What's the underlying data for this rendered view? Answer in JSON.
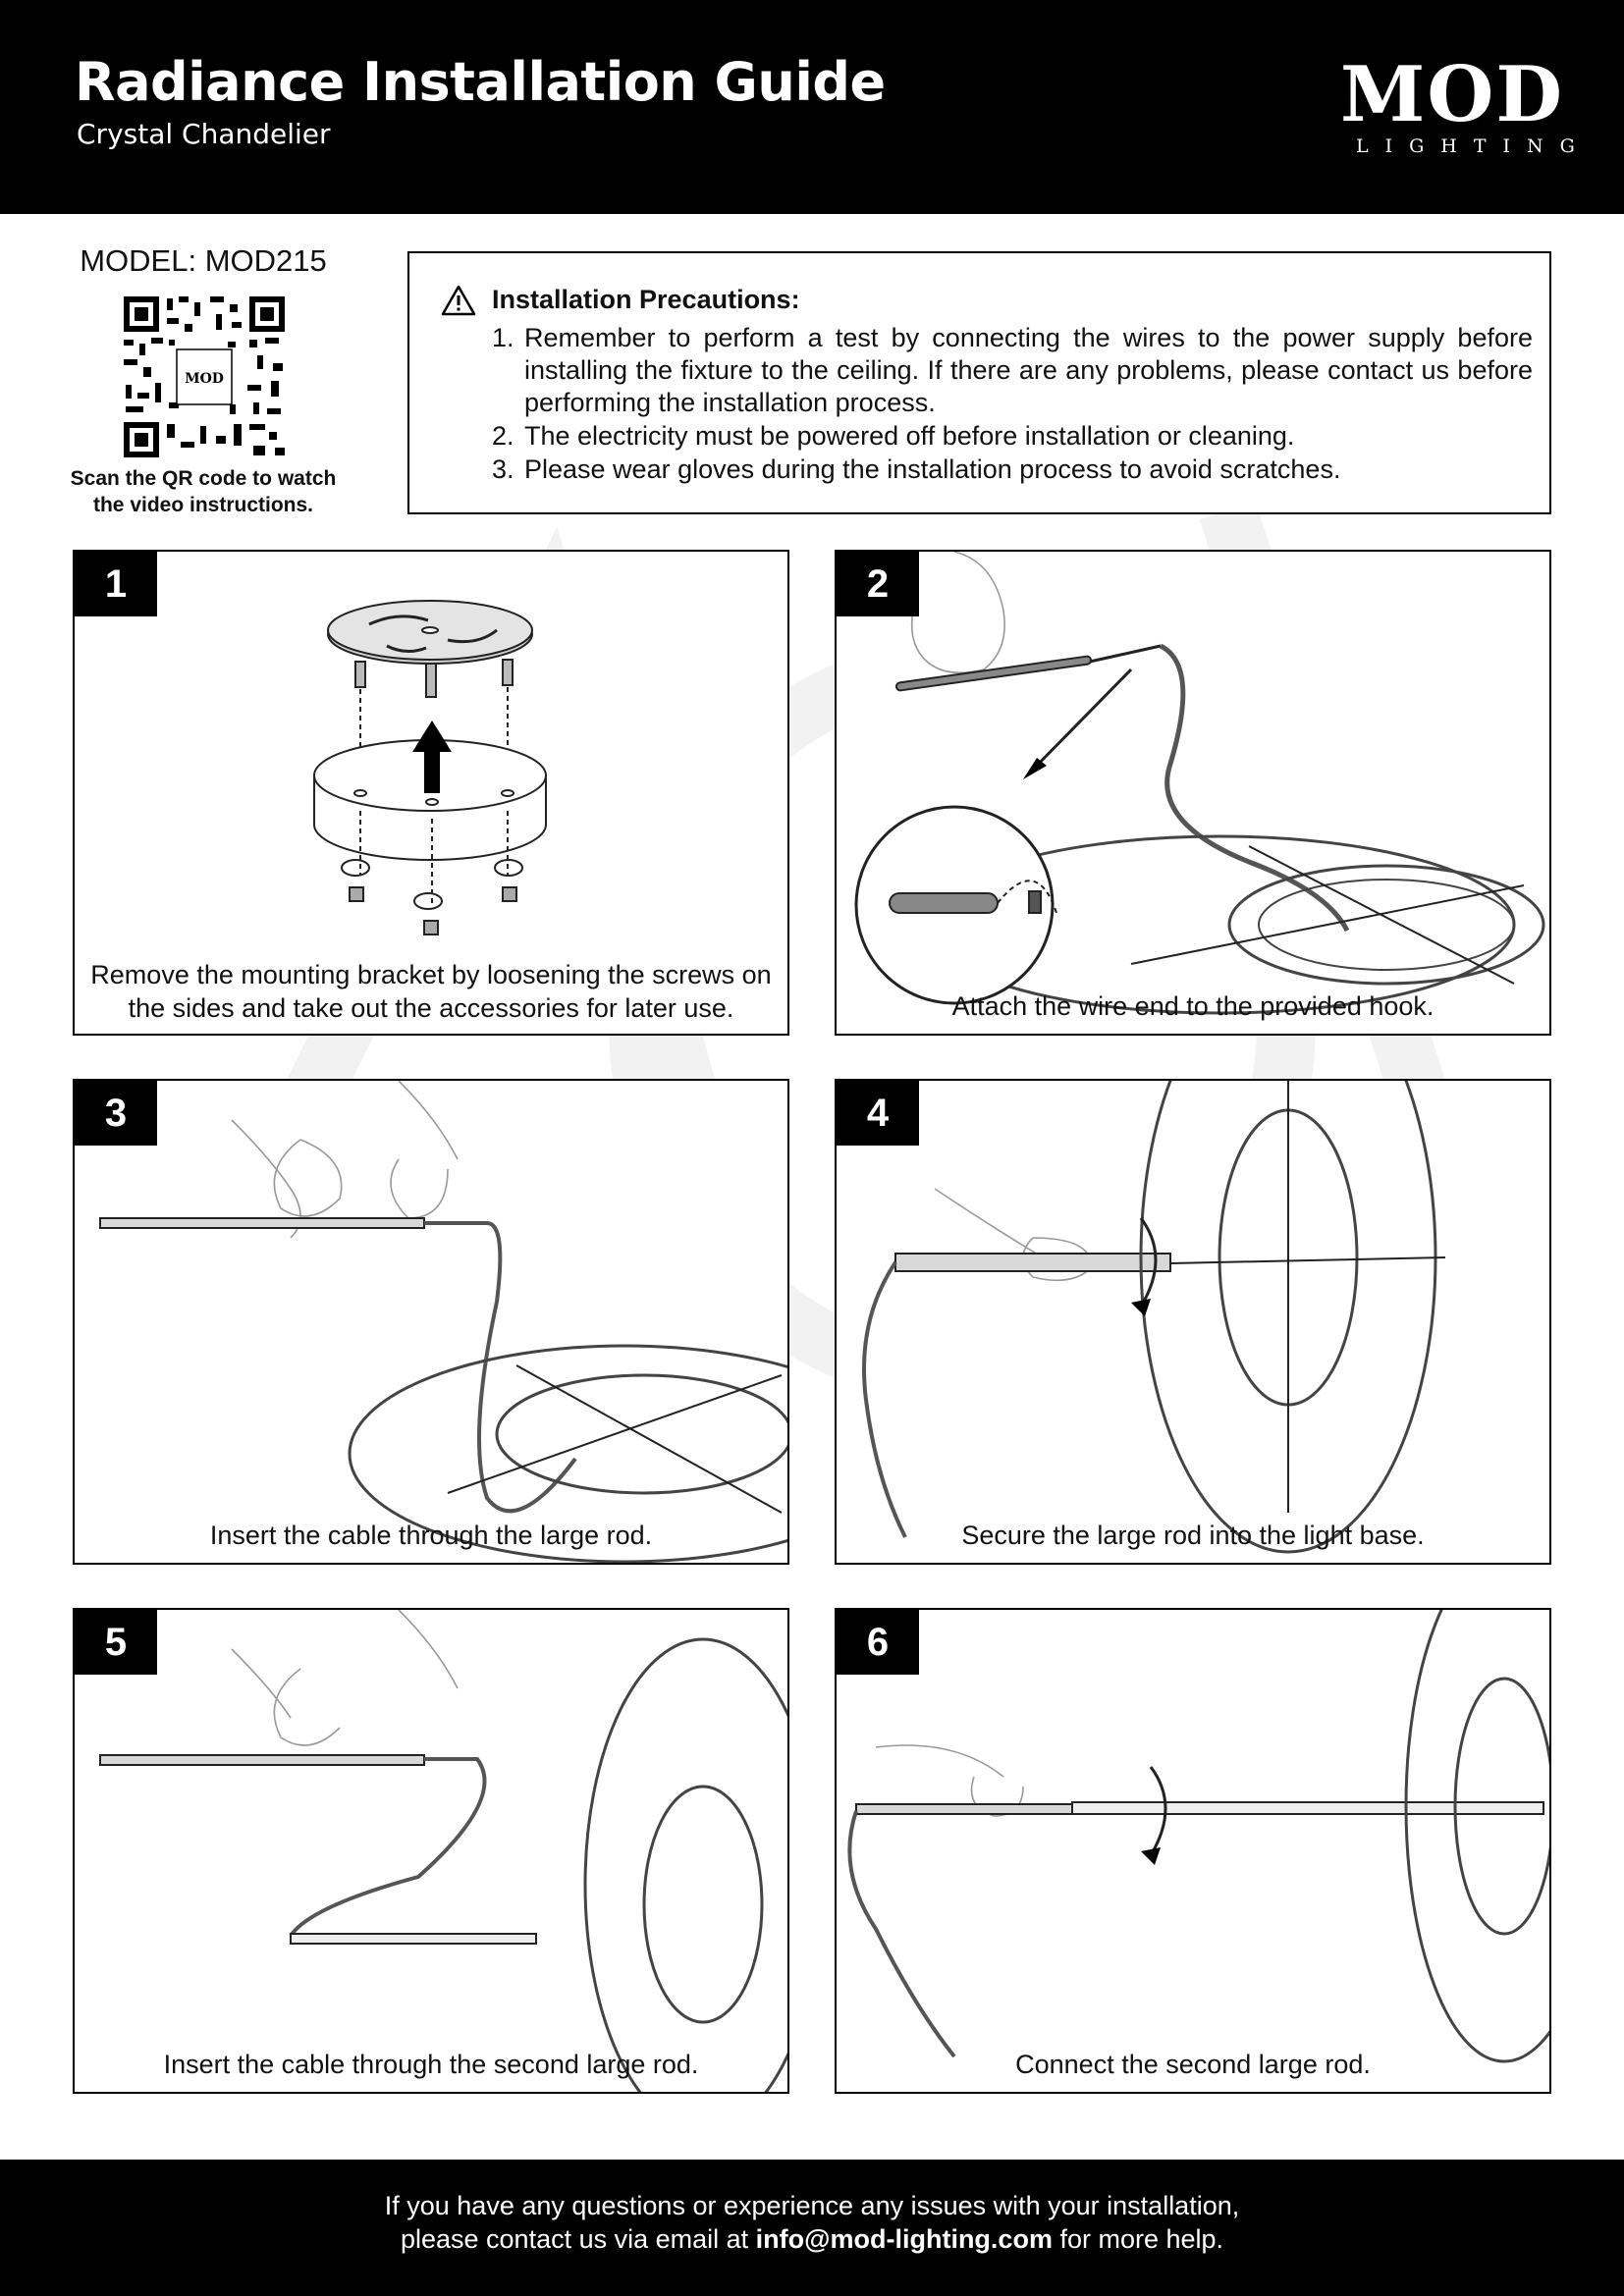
{
  "header": {
    "title": "Radiance Installation Guide",
    "subtitle": "Crystal Chandelier",
    "logo_main": "MOD",
    "logo_sub": "LIGHTING"
  },
  "model": {
    "label": "MODEL: MOD215",
    "qr_center_text": "MOD",
    "qr_caption_line1": "Scan the QR code to watch",
    "qr_caption_line2": "the video instructions."
  },
  "precautions": {
    "icon": "warning-triangle-icon",
    "title": "Installation Precautions:",
    "items": [
      {
        "num": "1.",
        "text": "Remember to perform a test by connecting the wires to the power supply before installing the fixture to the ceiling. If there are any problems, please contact us before performing the installation process."
      },
      {
        "num": "2.",
        "text": "The electricity must be powered off before installation or cleaning."
      },
      {
        "num": "3.",
        "text": "Please wear gloves during the installation process to avoid scratches."
      }
    ]
  },
  "steps": [
    {
      "number": "1",
      "caption_line1": "Remove the mounting bracket by loosening the screws on",
      "caption_line2": "the sides and take out the accessories for later use."
    },
    {
      "number": "2",
      "caption_line1": "Attach the wire end to the provided hook."
    },
    {
      "number": "3",
      "caption_line1": "Insert the cable through the large rod."
    },
    {
      "number": "4",
      "caption_line1": "Secure the large rod into the light base."
    },
    {
      "number": "5",
      "caption_line1": "Insert the cable through the second large rod."
    },
    {
      "number": "6",
      "caption_line1": "Connect the second large rod."
    }
  ],
  "footer": {
    "line1": "If you have any questions or experience any issues with your installation,",
    "line2_prefix": "please contact us via email at ",
    "email": "info@mod-lighting.com",
    "line2_suffix": " for more help."
  },
  "colors": {
    "header_bg": "#000000",
    "footer_bg": "#000000",
    "badge_bg": "#000000",
    "rod_fill": "#d8d8d8",
    "cable": "#555555"
  }
}
